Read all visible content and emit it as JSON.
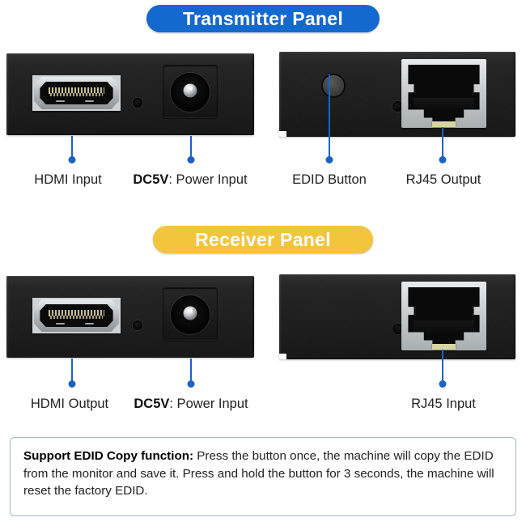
{
  "sections": [
    {
      "id": "transmitter",
      "title": "Transmitter Panel",
      "badge_color": "#1469cf",
      "callouts": [
        {
          "label_bold": "",
          "label": "HDMI Input",
          "target": "hdmi-port"
        },
        {
          "label_bold": "DC5V",
          "label": ": Power Input",
          "target": "dc-power-jack"
        },
        {
          "label_bold": "",
          "label": "EDID Button",
          "target": "edid-button"
        },
        {
          "label_bold": "",
          "label": "RJ45 Output",
          "target": "rj45-port"
        }
      ]
    },
    {
      "id": "receiver",
      "title": "Receiver Panel",
      "badge_color": "#f2c53d",
      "callouts": [
        {
          "label_bold": "",
          "label": "HDMI Output",
          "target": "hdmi-port"
        },
        {
          "label_bold": "DC5V",
          "label": ": Power Input",
          "target": "dc-power-jack"
        },
        {
          "label_bold": "",
          "label": "RJ45 Input",
          "target": "rj45-port"
        }
      ]
    }
  ],
  "note": {
    "bold_lead": "Support EDID Copy function:",
    "body": " Press the button once, the machine will copy the EDID from the monitor and save it. Press and hold the button for 3 seconds, the machine will reset the factory EDID."
  },
  "colors": {
    "accent_blue": "#1469cf",
    "accent_gold": "#f2c53d",
    "leader_line": "#1c62c4",
    "note_border": "#9db6cf",
    "device_black": "#1b1b1b",
    "port_silver": "#c6cacd",
    "rj45_tab_yellow": "#d8d4a0"
  }
}
